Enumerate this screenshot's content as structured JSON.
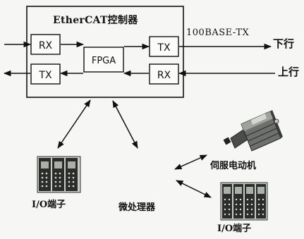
{
  "controller": {
    "title": "EtherCAT控制器",
    "rx_top": "RX",
    "tx_bottom": "TX",
    "fpga": "FPGA",
    "tx_top": "TX",
    "rx_bottom": "RX"
  },
  "link": {
    "standard": "100BASE-TX",
    "downstream": "下行",
    "upstream": "上行"
  },
  "devices": {
    "io_terminal_left": "I/O端子",
    "microprocessor": "微处理器",
    "servo_motor": "伺服电动机",
    "io_terminal_right": "I/O端子"
  }
}
